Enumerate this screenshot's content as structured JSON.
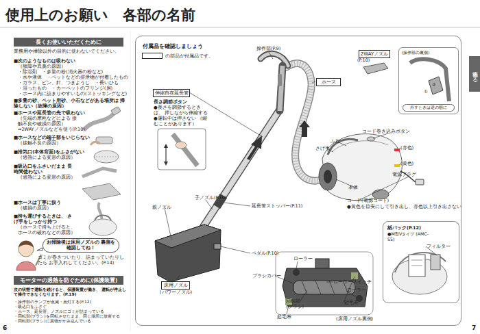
{
  "diagram": {
    "title": "使用上のお願い　各部の名前",
    "nodes": [
      {
        "text": [
          "長くお使いいただくために"
        ]
      },
      {
        "text": [
          "お掃除後は床用ノズルの 裏側を確認してね！"
        ]
      },
      {
        "text": [
          "モーターの過熱を防ぐために(保護装置)"
        ]
      },
      {
        "text": [
          "付属品を確認しましょう"
        ]
      },
      {
        "text": [
          "ホース"
        ],
        "in": 3
      },
      {
        "text": [
          "2WAYノズル"
        ],
        "in": 3
      },
      {
        "text": [
          "(操作部の裏側)",
          "外すときは逆の順に"
        ],
        "in": 3
      },
      {
        "text": [
          "伸縮自在延長管"
        ],
        "in": 3
      },
      {
        "text": [
          "床用ノズル"
        ],
        "in": 3
      },
      {
        "text": [
          "紙パック(P.12)",
          "●M型Vタイプ (AMC-S5)"
        ],
        "in": 3
      },
      {
        "text": [
          "準備する"
        ]
      }
    ],
    "labels": [
      "業務用や掃除以外の目的に使わないでください。",
      "■次のようなものは吸わない",
      "（故障や異臭の原因）",
      "・除湿剤　・多量の粉(消火器の粉など)",
      "・水や液体　・ペットなどの排泄物が付着したもの",
      "・ガラス、ピン、針、つまようじ　・長いひも",
      "・湿ったもの　・カーペットのフリンジ(房)",
      "・ホース内に詰まりやすいもの(ストッキングなど)",
      "■多量の砂、ペット用砂、小石などがある場所は 掃除しない（故障の原因）",
      "■ホースや延長管の先で吸わない",
      "（先端の摩耗などによる 接触不良や破損の原因）",
      "⇒2WAYノズルなどを使う(P.10)",
      "■ホースなどの端子部をいじらない",
      "（接触不良の原因）",
      "■排気口(本体背面)をふさがない",
      "（過熱による変形の原因）",
      "■吸込口をふさいだまま 長時間使わない",
      "（過熱による変形の原因）",
      "■ホースは丁寧に扱う",
      "（破損の原因）",
      "■持ち運びするときは、 さげ手をしっかり持つ",
      "（ホースで持ち上げると、 ホースの破れなどの原因）",
      "ゴミが巻きついたり、詰まっていたりしたら お手入れしてください。(P.14)",
      "次の状態で運転を続けると、保護装置が働き、 運転が停止して操作できなくなります。(P.19)",
      "・操作部のランプが点滅・点灯する(P.12)",
      "・吸込口をふさぐ",
      "・ホース、延長管、ノズルにゴミが詰まっている",
      "・回転部(ブラシ)を回転させたまま、同じ場所に放置する",
      "・回転部(ブラシ)に異物がかみ込んでいる",
      "6",
      "操作部(P.9)",
      "(P.10)",
      "①",
      "②",
      "長さ調節ボタン",
      "●長さを調節するときは、 押しながら伸縮する",
      "●運転中は押さない （縮むことがあります）",
      "コード巻き込みボタン",
      "ふた",
      "さげ手",
      "(赤色)",
      "(黄色)",
      "電源プラグ",
      "本体",
      "コード(電源コード)",
      "●黄色を目安にして引き出し、赤色以上引き出さない",
      "子ノズル(P.10)",
      "親ノズル",
      "延長管ストッパー(P.11)",
      "ペダル(P.10)",
      "(パワーノズル)",
      "フィルター",
      "ローラー",
      "ブラシカバー",
      "ローラースイッチ",
      "ローラー",
      "回転部 (ブラシ)",
      "起毛布",
      "起毛布",
      "(床用ノズル裏側)",
      "7"
    ],
    "legend": [
      {
        "text": "の部品が付属品です。",
        "color": "#ffffff"
      }
    ]
  }
}
